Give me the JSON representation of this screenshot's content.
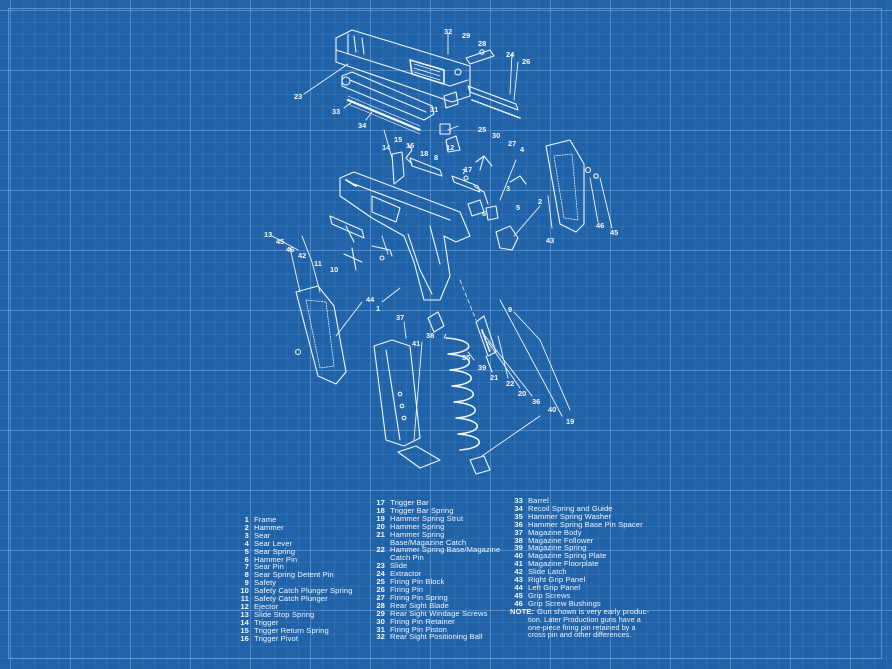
{
  "callouts": [
    "1",
    "2",
    "3",
    "4",
    "5",
    "6",
    "7",
    "8",
    "9",
    "10",
    "11",
    "12",
    "13",
    "14",
    "15",
    "16",
    "17",
    "18",
    "19",
    "20",
    "21",
    "22",
    "23",
    "24",
    "25",
    "26",
    "27",
    "28",
    "29",
    "30",
    "31",
    "32",
    "33",
    "34",
    "35",
    "36",
    "37",
    "38",
    "39",
    "40",
    "41",
    "42",
    "43",
    "44",
    "45",
    "46"
  ],
  "parts_col1": [
    {
      "n": "1",
      "t": "Frame"
    },
    {
      "n": "2",
      "t": "Hammer"
    },
    {
      "n": "3",
      "t": "Sear"
    },
    {
      "n": "4",
      "t": "Sear Lever"
    },
    {
      "n": "5",
      "t": "Sear Spring"
    },
    {
      "n": "6",
      "t": "Hammer Pin"
    },
    {
      "n": "7",
      "t": "Sear Pin"
    },
    {
      "n": "8",
      "t": "Sear Spring Detent Pin"
    },
    {
      "n": "9",
      "t": "Safety"
    },
    {
      "n": "10",
      "t": "Safety Catch Plunger Spring"
    },
    {
      "n": "11",
      "t": "Safety Catch Plunger"
    },
    {
      "n": "12",
      "t": "Ejector"
    },
    {
      "n": "13",
      "t": "Slide Stop Spring"
    },
    {
      "n": "14",
      "t": "Trigger"
    },
    {
      "n": "15",
      "t": "Trigger Return Spring"
    },
    {
      "n": "16",
      "t": "Trigger Pivot"
    }
  ],
  "parts_col2": [
    {
      "n": "17",
      "t": "Trigger Bar"
    },
    {
      "n": "18",
      "t": "Trigger Bar Spring"
    },
    {
      "n": "19",
      "t": "Hammer Spring Strut"
    },
    {
      "n": "20",
      "t": "Hammer Spring"
    },
    {
      "n": "21",
      "t": "Hammer Spring"
    },
    {
      "n": "",
      "t": "Base/Magazine Catch"
    },
    {
      "n": "22",
      "t": "Hammer Spring Base/Magazine"
    },
    {
      "n": "",
      "t": "Catch Pin"
    },
    {
      "n": "23",
      "t": "Slide"
    },
    {
      "n": "24",
      "t": "Extractor"
    },
    {
      "n": "25",
      "t": "Firing Pin Block"
    },
    {
      "n": "26",
      "t": "Firing Pin"
    },
    {
      "n": "27",
      "t": "Firing Pin Spring"
    },
    {
      "n": "28",
      "t": "Rear Sight Blade"
    },
    {
      "n": "29",
      "t": "Rear Sight Windage Screws"
    },
    {
      "n": "30",
      "t": "Firing Pin Retainer"
    },
    {
      "n": "31",
      "t": "Firing Pin Piston"
    },
    {
      "n": "32",
      "t": "Rear Sight Positioning Ball"
    }
  ],
  "parts_col3": [
    {
      "n": "33",
      "t": "Barrel"
    },
    {
      "n": "34",
      "t": "Recoil Spring and Guide"
    },
    {
      "n": "35",
      "t": "Hammer Spring Washer"
    },
    {
      "n": "36",
      "t": "Hammer Spring Base Pin Spacer"
    },
    {
      "n": "37",
      "t": "Magazine Body"
    },
    {
      "n": "38",
      "t": "Magazine Follower"
    },
    {
      "n": "39",
      "t": "Magazine Spring"
    },
    {
      "n": "40",
      "t": "Magazine Spring Plate"
    },
    {
      "n": "41",
      "t": "Magazine Floorplate"
    },
    {
      "n": "42",
      "t": "Slide Latch"
    },
    {
      "n": "43",
      "t": "Right Grip Panel"
    },
    {
      "n": "44",
      "t": "Left Grip Panel"
    },
    {
      "n": "45",
      "t": "Grip Screws"
    },
    {
      "n": "46",
      "t": "Grip Screw Bushings"
    }
  ],
  "note": {
    "head": "NOTE:",
    "text": "Gun shown is very early produc-\ntion. Later Production guns have a\none-piece firing pin retained by a\ncross pin and other differences."
  },
  "colors": {
    "background": "#2163a8",
    "line": "#f2f7ff"
  }
}
